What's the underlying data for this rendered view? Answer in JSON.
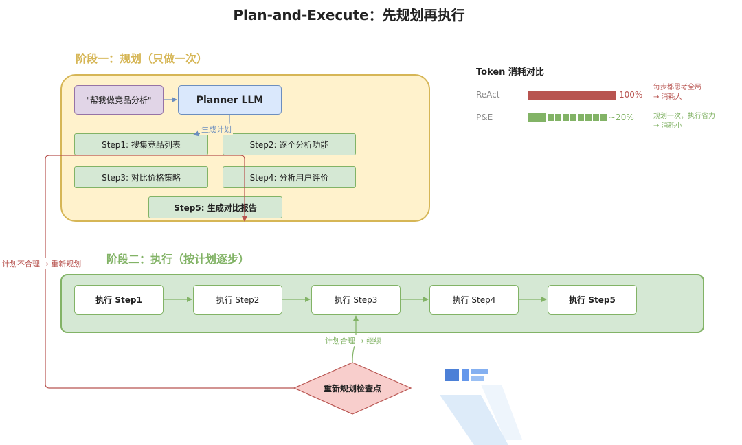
{
  "title": "Plan-and-Execute：先规划再执行",
  "stage1": {
    "label": "阶段一：规划（只做一次）",
    "request": "\"帮我做竞品分析\"",
    "planner": "Planner LLM",
    "edge_label": "生成计划",
    "steps": [
      "Step1: 搜集竞品列表",
      "Step2: 逐个分析功能",
      "Step3: 对比价格策略",
      "Step4: 分析用户评价",
      "Step5: 生成对比报告"
    ]
  },
  "stage2": {
    "label": "阶段二：执行（按计划逐步）",
    "steps": [
      "执行 Step1",
      "执行 Step2",
      "执行 Step3",
      "执行 Step4",
      "执行 Step5"
    ]
  },
  "replan": {
    "checkpoint": "重新规划检查点",
    "unreasonable": "计划不合理 → 重新规划",
    "reasonable": "计划合理 → 继续"
  },
  "token": {
    "title": "Token 消耗对比",
    "rows": [
      {
        "name": "ReAct",
        "percent_label": "100%",
        "value": 1.0,
        "note_line1": "每步都思考全局",
        "note_line2": "→ 消耗大"
      },
      {
        "name": "P&E",
        "percent_label": "~20%",
        "value": 0.2,
        "note_line1": "规划一次，执行省力",
        "note_line2": "→ 消耗小"
      }
    ]
  },
  "colors": {
    "stage1_fill": "#fff2cc",
    "stage1_border": "#d6b656",
    "stage2_fill": "#d5e8d4",
    "stage2_border": "#82b366",
    "planner_fill": "#dae8fc",
    "request_fill": "#e1d5e7",
    "react_red": "#b85450",
    "pe_green": "#82b366",
    "checkpoint_fill": "#f8cecc"
  }
}
